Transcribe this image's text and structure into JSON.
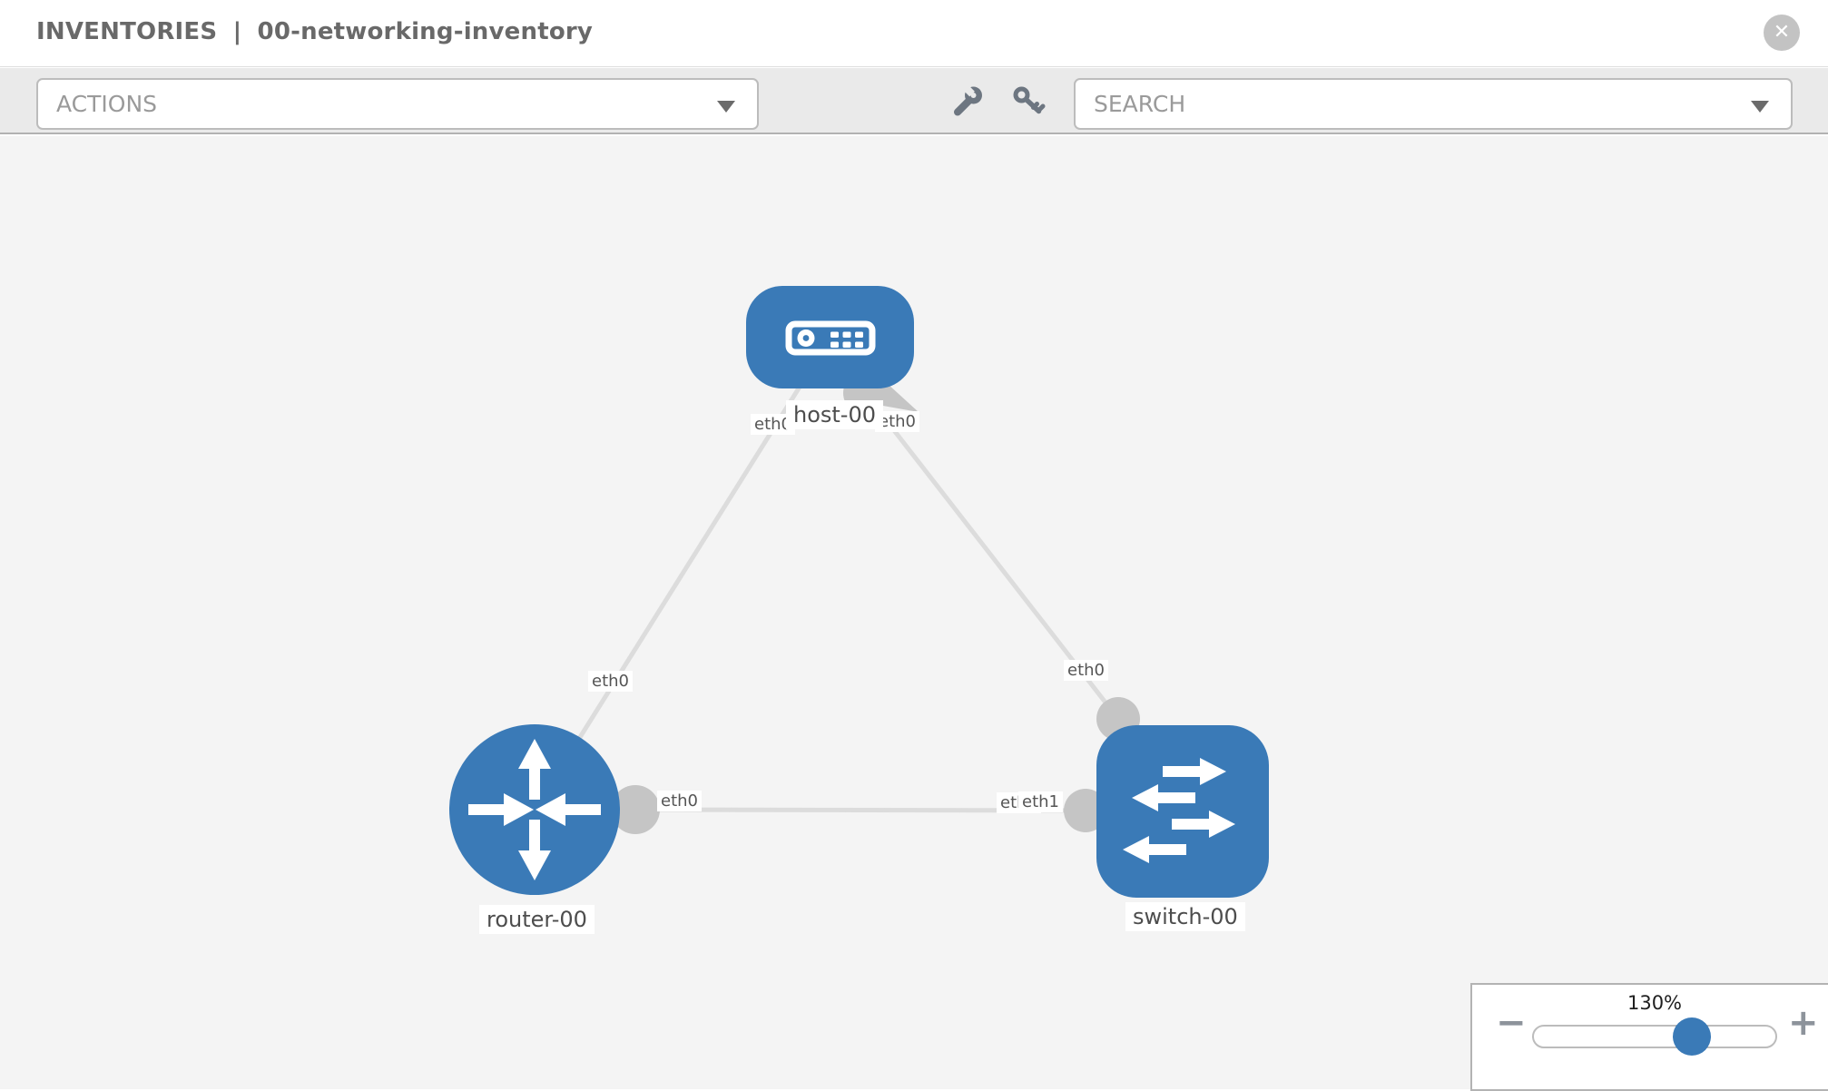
{
  "header": {
    "section": "INVENTORIES",
    "separator": "|",
    "inventory_name": "00-networking-inventory",
    "close_glyph": "✕"
  },
  "toolbar": {
    "actions": {
      "label": "ACTIONS"
    },
    "search": {
      "placeholder": "SEARCH"
    },
    "icons": [
      "wrench-icon",
      "key-icon"
    ]
  },
  "canvas": {
    "nodes": [
      {
        "id": "host-00",
        "type": "host",
        "label": "host-00"
      },
      {
        "id": "router-00",
        "type": "router",
        "label": "router-00"
      },
      {
        "id": "switch-00",
        "type": "switch",
        "label": "switch-00"
      }
    ],
    "links": [
      {
        "from": "host-00",
        "from_interface": "eth0",
        "to": "router-00",
        "to_interface": "eth0"
      },
      {
        "from": "host-00",
        "from_interface": "eth0",
        "to": "switch-00",
        "to_interface": "eth0"
      },
      {
        "from": "router-00",
        "from_interface": "eth0",
        "to": "switch-00",
        "to_interface": "eth1"
      }
    ],
    "hidden_overlap_interface": "eth0"
  },
  "zoom_control": {
    "value": "130%",
    "minus_glyph": "−",
    "plus_glyph": "+"
  },
  "colors": {
    "node_blue": "#3a7ab7",
    "edge_gray": "#dcdcdc",
    "endpoint_gray": "#c5c5c5",
    "toolbar_bg": "#eaeaea",
    "canvas_bg": "#f4f4f4"
  }
}
